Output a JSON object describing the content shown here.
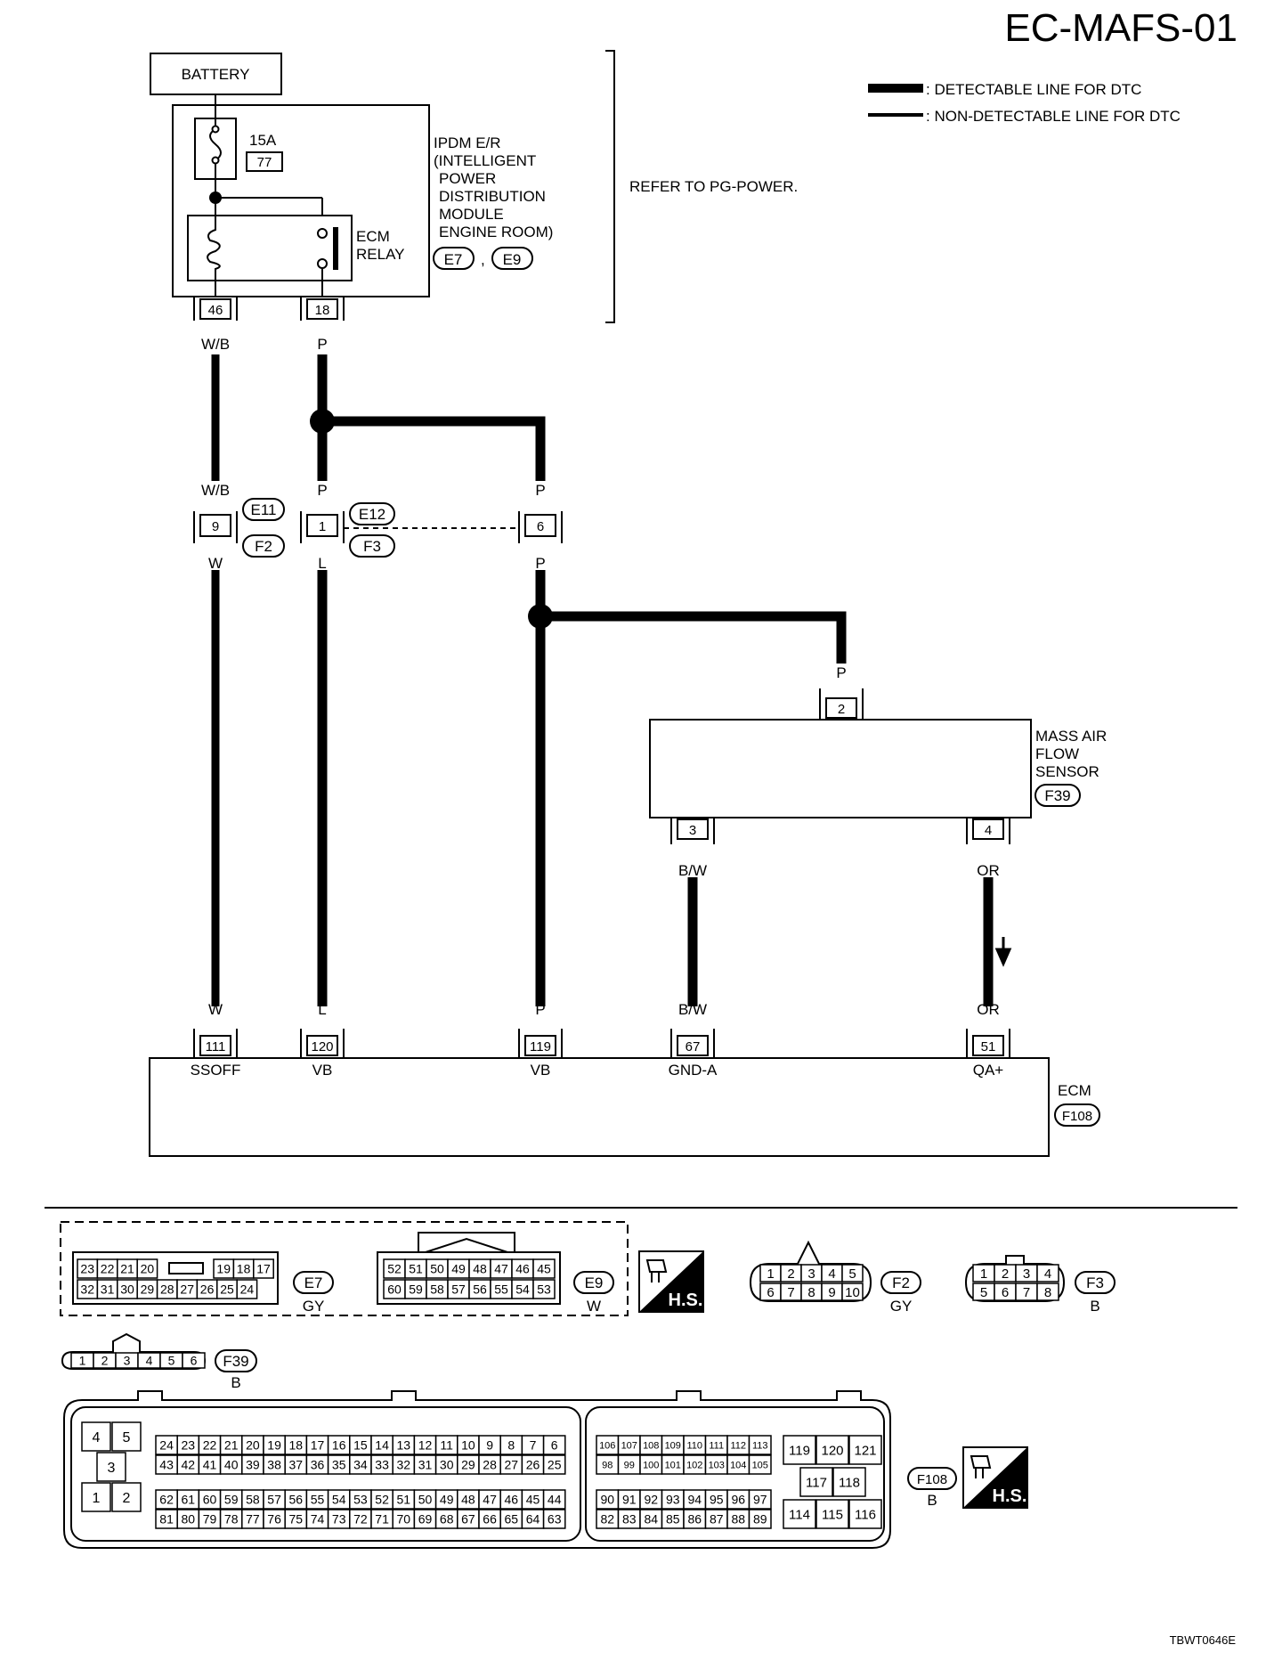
{
  "diagram_id": "EC-MAFS-01",
  "legend": {
    "detectable": ": DETECTABLE LINE FOR DTC",
    "non_detectable": ": NON-DETECTABLE LINE FOR DTC"
  },
  "battery": "BATTERY",
  "fuse": {
    "amp": "15A",
    "number": "77"
  },
  "ipdm": {
    "lines": [
      "IPDM E/R",
      "(INTELLIGENT",
      "POWER",
      "DISTRIBUTION",
      "MODULE",
      "ENGINE ROOM)"
    ],
    "connectors": [
      "E7",
      "E9"
    ],
    "separator": ","
  },
  "ecm_relay": [
    "ECM",
    "RELAY"
  ],
  "refer_note": "REFER TO PG-POWER.",
  "ipdm_terminals": [
    "46",
    "18"
  ],
  "wires": {
    "wb_top": "W/B",
    "p_top": "P",
    "wb_mid": "W/B",
    "p_mid1": "P",
    "p_mid2": "P",
    "w_low": "W",
    "l_low": "L",
    "p_low": "P",
    "p_maf": "P",
    "bw": "B/W",
    "or": "OR",
    "ecm_w": "W",
    "ecm_l": "L",
    "ecm_p": "P",
    "ecm_bw": "B/W",
    "ecm_or": "OR"
  },
  "junction": {
    "pins": [
      "9",
      "1",
      "6"
    ],
    "conn_e11": "E11",
    "conn_f2": "F2",
    "conn_e12": "E12",
    "conn_f3": "F3"
  },
  "maf": {
    "lines": [
      "MASS AIR",
      "FLOW",
      "SENSOR"
    ],
    "connector": "F39",
    "pins": [
      "2",
      "3",
      "4"
    ]
  },
  "ecm": {
    "label": "ECM",
    "connector": "F108",
    "pins": [
      "111",
      "120",
      "119",
      "67",
      "51"
    ],
    "pin_names": [
      "SSOFF",
      "VB",
      "VB",
      "GND-A",
      "QA+"
    ]
  },
  "connectors_view": {
    "e7": {
      "id": "E7",
      "color": "GY",
      "row1": [
        "23",
        "22",
        "21",
        "20",
        "19",
        "18",
        "17"
      ],
      "row2": [
        "32",
        "31",
        "30",
        "29",
        "28",
        "27",
        "26",
        "25",
        "24"
      ]
    },
    "e9": {
      "id": "E9",
      "color": "W",
      "row1": [
        "52",
        "51",
        "50",
        "49",
        "48",
        "47",
        "46",
        "45"
      ],
      "row2": [
        "60",
        "59",
        "58",
        "57",
        "56",
        "55",
        "54",
        "53"
      ]
    },
    "hs": "H.S.",
    "f2": {
      "id": "F2",
      "color": "GY",
      "row1": [
        "1",
        "2",
        "3",
        "4",
        "5"
      ],
      "row2": [
        "6",
        "7",
        "8",
        "9",
        "10"
      ]
    },
    "f3": {
      "id": "F3",
      "color": "B",
      "row1": [
        "1",
        "2",
        "3",
        "4"
      ],
      "row2": [
        "5",
        "6",
        "7",
        "8"
      ]
    },
    "f39": {
      "id": "F39",
      "color": "B",
      "pins": [
        "1",
        "2",
        "3",
        "4",
        "5",
        "6"
      ]
    },
    "f108": {
      "id": "F108",
      "color": "B",
      "left": [
        "4",
        "5",
        "3",
        "1",
        "2"
      ],
      "a1": [
        "24",
        "23",
        "22",
        "21",
        "20",
        "19",
        "18",
        "17",
        "16",
        "15",
        "14",
        "13",
        "12",
        "11",
        "10",
        "9",
        "8",
        "7",
        "6"
      ],
      "a2": [
        "43",
        "42",
        "41",
        "40",
        "39",
        "38",
        "37",
        "36",
        "35",
        "34",
        "33",
        "32",
        "31",
        "30",
        "29",
        "28",
        "27",
        "26",
        "25"
      ],
      "a3": [
        "62",
        "61",
        "60",
        "59",
        "58",
        "57",
        "56",
        "55",
        "54",
        "53",
        "52",
        "51",
        "50",
        "49",
        "48",
        "47",
        "46",
        "45",
        "44"
      ],
      "a4": [
        "81",
        "80",
        "79",
        "78",
        "77",
        "76",
        "75",
        "74",
        "73",
        "72",
        "71",
        "70",
        "69",
        "68",
        "67",
        "66",
        "65",
        "64",
        "63"
      ],
      "b1": [
        "106",
        "107",
        "108",
        "109",
        "110",
        "111",
        "112",
        "113"
      ],
      "b2": [
        "98",
        "99",
        "100",
        "101",
        "102",
        "103",
        "104",
        "105"
      ],
      "b3": [
        "90",
        "91",
        "92",
        "93",
        "94",
        "95",
        "96",
        "97"
      ],
      "b4": [
        "82",
        "83",
        "84",
        "85",
        "86",
        "87",
        "88",
        "89"
      ],
      "c": [
        "119",
        "120",
        "121",
        "117",
        "118",
        "114",
        "115",
        "116"
      ]
    }
  },
  "footer_code": "TBWT0646E"
}
